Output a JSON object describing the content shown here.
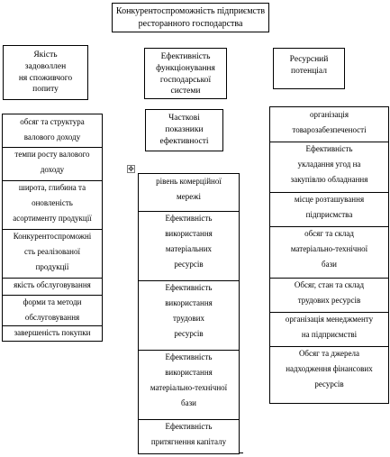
{
  "title": "Конкурентоспроможність підприємств\nресторанного господарства",
  "headers": {
    "left": "Якість\nзадоволлен\nня споживчого\nпопиту",
    "middle": "Ефективність\nфункціонування\nгосподарської\nсистеми",
    "middle_sub": "Часткові\nпоказники\nефективності",
    "right": "Ресурсний\nпотенціал"
  },
  "left_items": [
    "обсяг та структура\nвалового доходу",
    "темпи росту  валового\nдоходу",
    "широта, глибина та\nоновленість\nасортименту  продукції",
    "Конкурентоспроможні\nсть  реалізованої\nпродукції",
    "якість обслуговування",
    "форми та методи\nобслуговування",
    "завершеність  покупки"
  ],
  "middle_items": [
    "рівень комерційної\nмережі",
    "Ефективність\nвикористання\nматеріальних\nресурсів",
    "Ефективність\nвикористання\nтрудових\nресурсів",
    "Ефективність\nвикористання\nматеріально-технічної\nбази",
    "Ефективність\nпритягнення капіталу"
  ],
  "right_items": [
    "організація\nтоварозабезпеченості",
    "Ефективність\nукладання угод на\nзакупівлю обладнання",
    "місце розташування\nпідприємства",
    "обсяг та склад\nматеріально-технічної\nбази",
    "Обсяг, стан та склад\nтрудових ресурсів",
    "організація менеджменту\nна підприємстві",
    "Обсяг та  джерела\nнадходження фінансових\nресурсів"
  ],
  "icons": {
    "move_handle": "move-icon"
  }
}
